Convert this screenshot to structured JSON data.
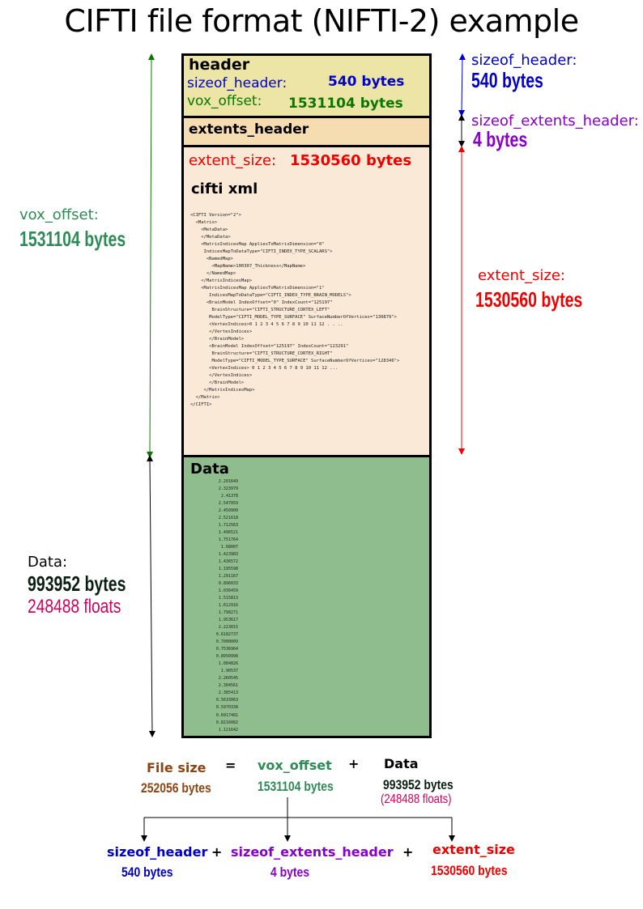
{
  "title": "CIFTI file format (NIFTI-2) example",
  "colors": {
    "header_fill": "#ece5a6",
    "extents_fill": "#f6dcb1",
    "xml_fill": "#fae9d6",
    "data_fill": "#8fbd8d",
    "blue": "#0000c8",
    "green": "#0a7800",
    "red": "#ee0000",
    "purple": "#8800cc",
    "teal": "#2e8b57",
    "pink": "#d4005a",
    "brown": "#8b4513"
  },
  "header_block": {
    "title": "header",
    "sizeof_header_label": "sizeof_header:",
    "sizeof_header_value": "540 bytes",
    "vox_offset_label": "vox_offset:",
    "vox_offset_value": "1531104 bytes"
  },
  "extents_block": {
    "title": "extents_header"
  },
  "xml_block": {
    "extent_size_label": "extent_size:",
    "extent_size_value": "1530560 bytes",
    "title": "cifti xml",
    "xml_text": "<CIFTI Version=\"2\">\n  <Matrix>\n    <MetaData>\n    </MetaData>\n    <MatrixIndicesMap AppliesToMatrixDimension=\"0\"\n     IndicesMapToDataType=\"CIFTI_INDEX_TYPE_SCALARS\">\n      <NamedMap>\n        <MapName>100307_Thickness</MapName>\n      </NamedMap>\n    </MatrixIndicesMap>\n    <MatrixIndicesMap AppliesToMatrixDimension=\"1\"\n       IndicesMapToDataType=\"CIFTI_INDEX_TYPE_BRAIN_MODELS\">\n      <BrainModel IndexOffset=\"0\" IndexCount=\"125197\"\n        BrainStructure=\"CIFTI_STRUCTURE_CORTEX_LEFT\"\n       ModelType=\"CIFTI_MODEL_TYPE_SURFACE\" SurfaceNumberOfVertices=\"130879\">\n       <VertexIndices>0 1 2 3 4 5 6 7 8 9 10 11 12 . . ..\n       </VertexIndices>\n       </BrainModel>\n       <BrainModel IndexOffset=\"125197\" IndexCount=\"123291\"\n        BrainStructure=\"CIFTI_STRUCTURE_CORTEX_RIGHT\"\n        ModelType=\"CIFTI_MODEL_TYPE_SURFACE\" SurfaceNumberOfVertices=\"128346\">\n       <VertexIndices> 0 1 2 3 4 5 6 7 8 9 10 11 12 ...\n       </VertexIndices>\n       </BrainModel>\n     </MatrixIndicesMap>\n  </Matrix>\n</CIFTI>"
  },
  "data_block": {
    "title": "Data",
    "values_text": "2.201649\n2.323979\n2.41378\n2.547059\n2.450909\n2.521618\n1.712563\n1.496521\n1.751764\n1.68007\n1.423983\n1.436572\n1.195598\n1.291167\n0.896033\n1.036459\n1.515813\n1.612916\n1.798271\n1.953617\n2.223015\n0.6182737\n0.7000009\n0.7536964\n0.8950998\n1.084826\n1.90537\n2.260545\n2.304561\n2.385413\n0.5633063\n0.5970338\n0.6917481\n0.8216082\n1.121642"
  },
  "left_annotations": {
    "vox_offset_label": "vox_offset:",
    "vox_offset_value": "1531104 bytes",
    "data_label": "Data:",
    "data_bytes": "993952 bytes",
    "data_floats": "248488  floats"
  },
  "right_annotations": {
    "sizeof_header_label": "sizeof_header:",
    "sizeof_header_value": "540 bytes",
    "sizeof_extents_label": "sizeof_extents_header:",
    "sizeof_extents_value": "4 bytes",
    "extent_size_label": "extent_size:",
    "extent_size_value": "1530560 bytes"
  },
  "equation": {
    "file_size_label": "File size",
    "file_size_value": "252056 bytes",
    "equals": "=",
    "vox_offset_label": "vox_offset",
    "vox_offset_value": "1531104 bytes",
    "plus1": "+",
    "data_label": "Data",
    "data_value": "993952 bytes",
    "data_floats": "(248488  floats)"
  },
  "breakdown": {
    "sizeof_header_label": "sizeof_header",
    "sizeof_header_value": "540 bytes",
    "plus1": "+",
    "sizeof_extents_label": "sizeof_extents_header",
    "sizeof_extents_value": "4 bytes",
    "plus2": "+",
    "extent_size_label": "extent_size",
    "extent_size_value": "1530560 bytes"
  }
}
